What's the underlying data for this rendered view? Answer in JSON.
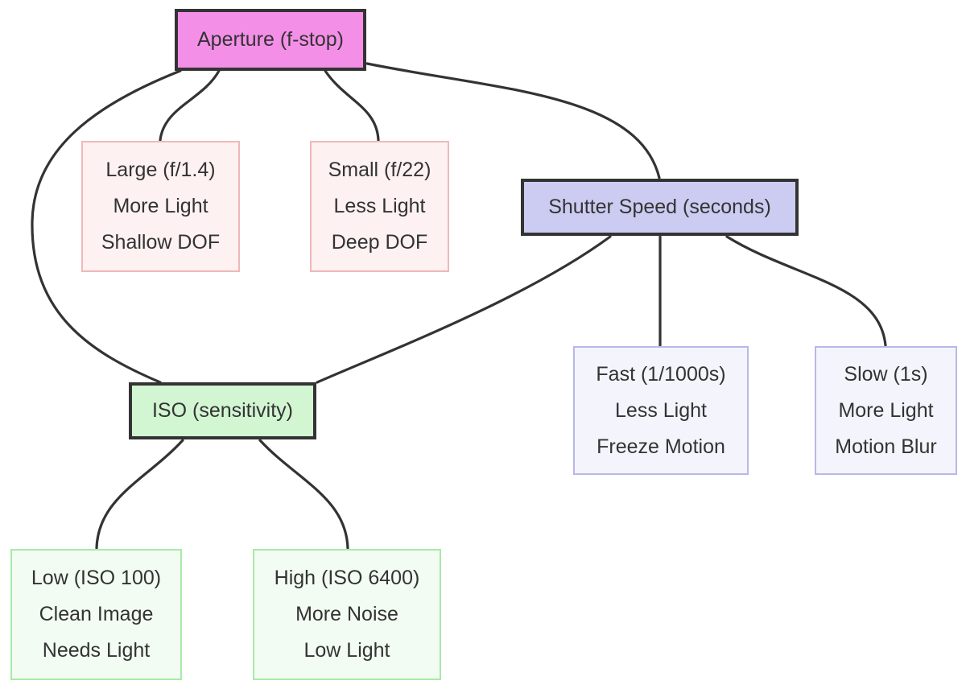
{
  "diagram": {
    "nodes": {
      "aperture": {
        "label": "Aperture (f-stop)"
      },
      "aperture_large": {
        "line1": "Large (f/1.4)",
        "line2": "More Light",
        "line3": "Shallow DOF"
      },
      "aperture_small": {
        "line1": "Small (f/22)",
        "line2": "Less Light",
        "line3": "Deep DOF"
      },
      "shutter": {
        "label": "Shutter Speed (seconds)"
      },
      "shutter_fast": {
        "line1": "Fast (1/1000s)",
        "line2": "Less Light",
        "line3": "Freeze Motion"
      },
      "shutter_slow": {
        "line1": "Slow (1s)",
        "line2": "More Light",
        "line3": "Motion Blur"
      },
      "iso": {
        "label": "ISO (sensitivity)"
      },
      "iso_low": {
        "line1": "Low (ISO 100)",
        "line2": "Clean Image",
        "line3": "Needs Light"
      },
      "iso_high": {
        "line1": "High (ISO 6400)",
        "line2": "More Noise",
        "line3": "Low Light"
      }
    },
    "edges": [
      {
        "from": "Aperture (f-stop)",
        "to": "Large (f/1.4)"
      },
      {
        "from": "Aperture (f-stop)",
        "to": "Small (f/22)"
      },
      {
        "from": "Aperture (f-stop)",
        "to": "Shutter Speed (seconds)"
      },
      {
        "from": "Aperture (f-stop)",
        "to": "ISO (sensitivity)"
      },
      {
        "from": "Shutter Speed (seconds)",
        "to": "Fast (1/1000s)"
      },
      {
        "from": "Shutter Speed (seconds)",
        "to": "Slow (1s)"
      },
      {
        "from": "Shutter Speed (seconds)",
        "to": "ISO (sensitivity)"
      },
      {
        "from": "ISO (sensitivity)",
        "to": "Low (ISO 100)"
      },
      {
        "from": "ISO (sensitivity)",
        "to": "High (ISO 6400)"
      }
    ],
    "colors": {
      "aperture_fill": "#f48fe8",
      "aperture_child_fill": "#fdf1f1",
      "aperture_child_border": "#f0b8b8",
      "shutter_fill": "#ccccf2",
      "shutter_child_fill": "#f4f4fc",
      "shutter_child_border": "#b8b8e8",
      "iso_fill": "#d2f5d2",
      "iso_child_fill": "#f2fcf2",
      "iso_child_border": "#a8eaa8",
      "primary_border": "#333333",
      "edge_color": "#333333",
      "text_color": "#333333"
    }
  }
}
